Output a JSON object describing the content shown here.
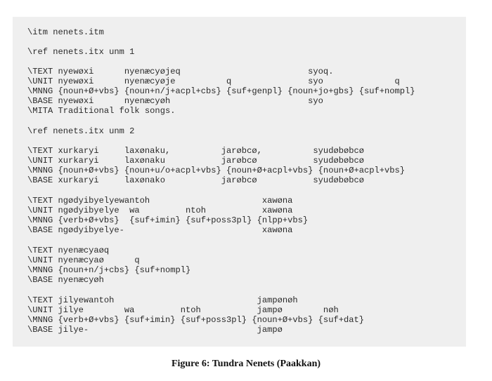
{
  "lines": [
    "\\itm nenets.itm",
    "\\ref nenets.itx unm 1",
    "\\TEXT nyewøxi      nyenæcyøjeq                         syoq.",
    "\\UNIT nyewøxi      nyenæcyøje          q               syo              q",
    "\\MNNG {noun+Ø+vbs} {noun+n/j+acpl+cbs} {suf+genpl} {noun+jo+gbs} {suf+nompl}",
    "\\BASE nyewøxi      nyenæcyøh                           syo",
    "\\MITA Traditional folk songs.",
    "\\ref nenets.itx unm 2",
    "\\TEXT xurkaryi     laxønaku,          jarøbcø,          syudøbøbcø",
    "\\UNIT xurkaryi     laxønaku           jarøbcø           syudøbøbcø",
    "\\MNNG {noun+Ø+vbs} {noun+u/o+acpl+vbs} {noun+Ø+acpl+vbs} {noun+Ø+acpl+vbs}",
    "\\BASE xurkaryi     laxønako           jarøbcø           syudøbøbcø",
    "\\TEXT ngødyibyelyewantoh                      xawøna",
    "\\UNIT ngødyibyelye  wa         ntoh           xawøna",
    "\\MNNG {verb+Ø+vbs}  {suf+imin} {suf+poss3pl} {nlpp+vbs}",
    "\\BASE ngødyibyelye-                           xawøna",
    "\\TEXT nyenæcyaøq",
    "\\UNIT nyenæcyaø      q",
    "\\MNNG {noun+n/j+cbs} {suf+nompl}",
    "\\BASE nyenæcyøh",
    "\\TEXT jilyewantoh                            jampønøh",
    "\\UNIT jilye        wa         ntoh           jampø        nøh",
    "\\MNNG {verb+Ø+vbs} {suf+imin} {suf+poss3pl} {noun+Ø+vbs} {suf+dat}",
    "\\BASE jilye-                                 jampø"
  ],
  "caption": "Figure 6: Tundra Nenets (Paakkan)"
}
